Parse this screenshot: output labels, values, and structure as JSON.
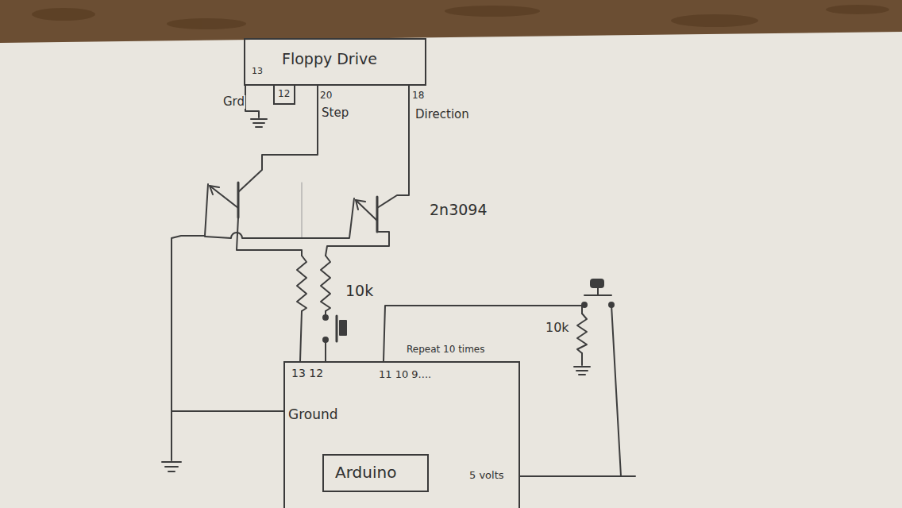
{
  "diagram": {
    "nodes": [
      {
        "text": [
          "Floppy Drive"
        ]
      },
      {
        "text": [
          "12"
        ]
      },
      {
        "text": [
          "13 12",
          "11 10 9....",
          "Ground",
          "5 volts"
        ]
      },
      {
        "text": [
          "Arduino"
        ],
        "in": 2
      }
    ],
    "labels": [
      "13",
      "Grd",
      "20",
      "Step",
      "18",
      "Direction",
      "2n3094",
      "10k",
      "10k",
      "Repeat 10 times"
    ]
  }
}
